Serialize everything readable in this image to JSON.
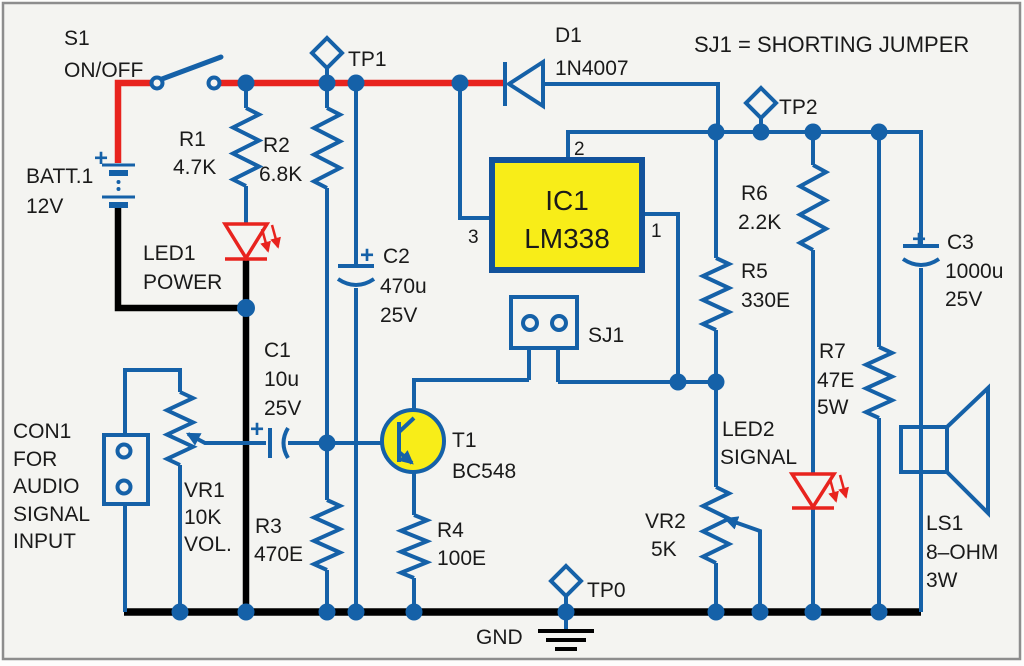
{
  "note": "SJ1 = SHORTING JUMPER",
  "gnd_label": "GND",
  "test_points": {
    "tp0": "TP0",
    "tp1": "TP1",
    "tp2": "TP2"
  },
  "components": {
    "s1": {
      "ref": "S1",
      "desc": "ON/OFF"
    },
    "batt1": {
      "ref": "BATT.1",
      "value": "12V",
      "polarity": "+"
    },
    "r1": {
      "ref": "R1",
      "value": "4.7K"
    },
    "r2": {
      "ref": "R2",
      "value": "6.8K"
    },
    "r3": {
      "ref": "R3",
      "value": "470E"
    },
    "r4": {
      "ref": "R4",
      "value": "100E"
    },
    "r5": {
      "ref": "R5",
      "value": "330E"
    },
    "r6": {
      "ref": "R6",
      "value": "2.2K"
    },
    "r7": {
      "ref": "R7",
      "value": "47E",
      "rating": "5W"
    },
    "vr1": {
      "ref": "VR1",
      "value": "10K",
      "desc": "VOL."
    },
    "vr2": {
      "ref": "VR2",
      "value": "5K"
    },
    "c1": {
      "ref": "C1",
      "value": "10u",
      "voltage": "25V",
      "polarity": "+"
    },
    "c2": {
      "ref": "C2",
      "value": "470u",
      "voltage": "25V",
      "polarity": "+"
    },
    "c3": {
      "ref": "C3",
      "value": "1000u",
      "voltage": "25V",
      "polarity": "+"
    },
    "d1": {
      "ref": "D1",
      "value": "1N4007"
    },
    "led1": {
      "ref": "LED1",
      "desc": "POWER"
    },
    "led2": {
      "ref": "LED2",
      "desc": "SIGNAL"
    },
    "t1": {
      "ref": "T1",
      "value": "BC548"
    },
    "ic1": {
      "ref": "IC1",
      "value": "LM338",
      "pin_in": "3",
      "pin_out": "2",
      "pin_adj": "1"
    },
    "sj1": {
      "ref": "SJ1"
    },
    "con1": {
      "ref": "CON1",
      "desc": [
        "FOR",
        "AUDIO",
        "SIGNAL",
        "INPUT"
      ]
    },
    "ls1": {
      "ref": "LS1",
      "value": "8–OHM",
      "rating": "3W"
    }
  },
  "colors": {
    "wire_blue": "#1561a8",
    "power_red": "#e8231e",
    "component_yellow": "#f8ed18",
    "ground_black": "#000000",
    "led_red": "#e8231e",
    "frame_gray": "#8d8d8d"
  }
}
